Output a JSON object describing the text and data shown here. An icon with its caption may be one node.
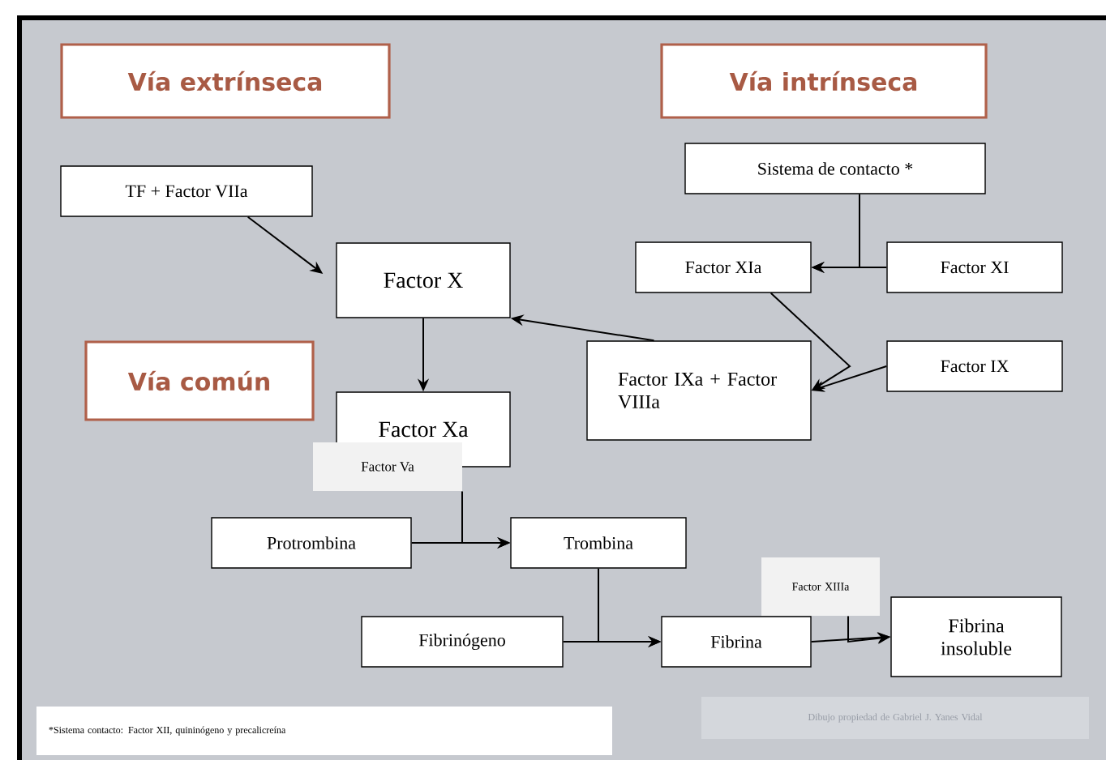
{
  "diagram": {
    "nodes": [
      {
        "text": [
          "Vía extrínseca"
        ]
      },
      {
        "text": [
          "Vía intrínseca"
        ]
      },
      {
        "text": [
          "Vía común"
        ]
      },
      {
        "text": [
          "TF + Factor VIIa"
        ]
      },
      {
        "text": [
          "Factor X"
        ]
      },
      {
        "text": [
          "Sistema de contacto *"
        ]
      },
      {
        "text": [
          "Factor XIa"
        ]
      },
      {
        "text": [
          "Factor XI"
        ]
      },
      {
        "text": [
          "Factor IXa + Factor VIIIa"
        ]
      },
      {
        "text": [
          "Factor IX"
        ]
      },
      {
        "text": [
          "Factor Xa"
        ]
      },
      {
        "text": [
          "Factor Va"
        ]
      },
      {
        "text": [
          "Protrombina"
        ]
      },
      {
        "text": [
          "Trombina"
        ]
      },
      {
        "text": [
          "Factor XIIIa"
        ]
      },
      {
        "text": [
          "Fibrinógeno"
        ]
      },
      {
        "text": [
          "Fibrina"
        ]
      },
      {
        "text": [
          "Fibrina insoluble"
        ]
      },
      {
        "text": [
          "*Sistema contacto: Factor XII, quininógeno y precalicreína"
        ]
      },
      {
        "text": [
          "Dibujo propiedad de Gabriel J. Yanes Vidal"
        ]
      }
    ],
    "edges": [
      {
        "from": 3,
        "to": 4,
        "arrow": "to"
      },
      {
        "from": 5,
        "to": 6,
        "arrow": "to"
      },
      {
        "from": 7,
        "to": 6,
        "arrow": "to"
      },
      {
        "from": 6,
        "to": 8,
        "arrow": "to"
      },
      {
        "from": 9,
        "to": 8,
        "arrow": "to"
      },
      {
        "from": 8,
        "to": 4,
        "arrow": "to"
      },
      {
        "from": 4,
        "to": 10,
        "arrow": "to"
      },
      {
        "from": 11,
        "to": 13,
        "arrow": "to"
      },
      {
        "from": 12,
        "to": 13,
        "arrow": "to"
      },
      {
        "from": 13,
        "to": 16,
        "arrow": "to"
      },
      {
        "from": 15,
        "to": 16,
        "arrow": "to"
      },
      {
        "from": 14,
        "to": 17,
        "arrow": "to"
      },
      {
        "from": 16,
        "to": 17,
        "arrow": "to"
      }
    ]
  }
}
